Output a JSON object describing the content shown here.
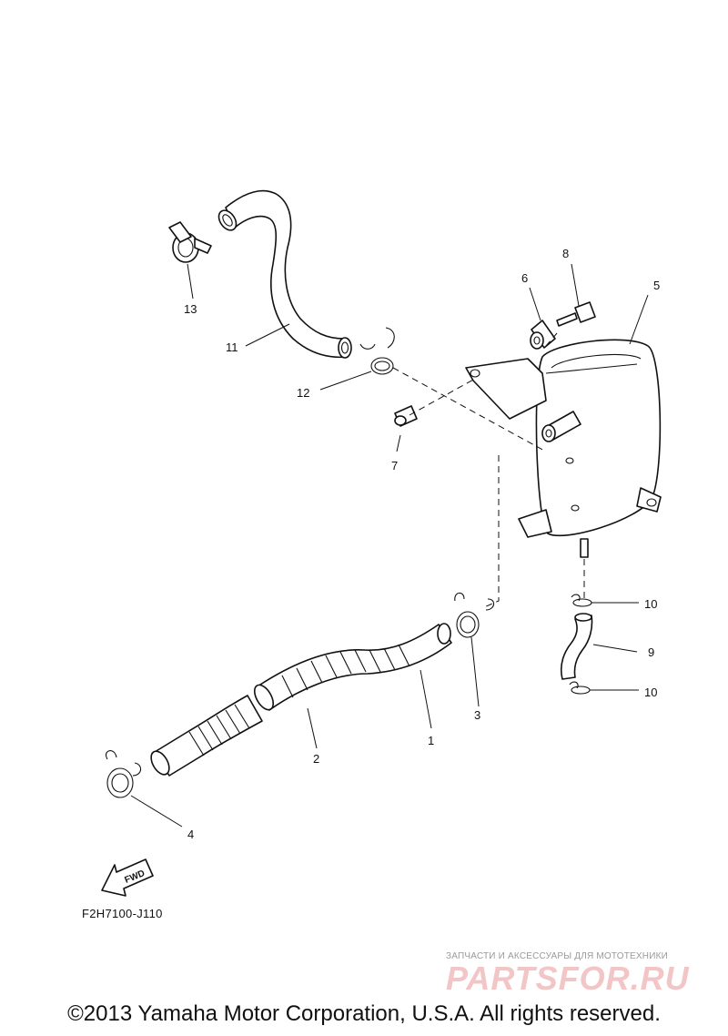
{
  "diagram_code": "F2H7100-J110",
  "fwd_label": "FWD",
  "callouts": [
    "1",
    "2",
    "3",
    "4",
    "5",
    "6",
    "7",
    "8",
    "9",
    "10",
    "10",
    "11",
    "12",
    "13"
  ],
  "watermark": {
    "tagline": "ЗАПЧАСТИ И АКСЕССУАРЫ ДЛЯ МОТОТЕХНИКИ",
    "logo": "PARTSFOR.RU"
  },
  "copyright": "©2013 Yamaha Motor Corporation, U.S.A. All rights reserved."
}
